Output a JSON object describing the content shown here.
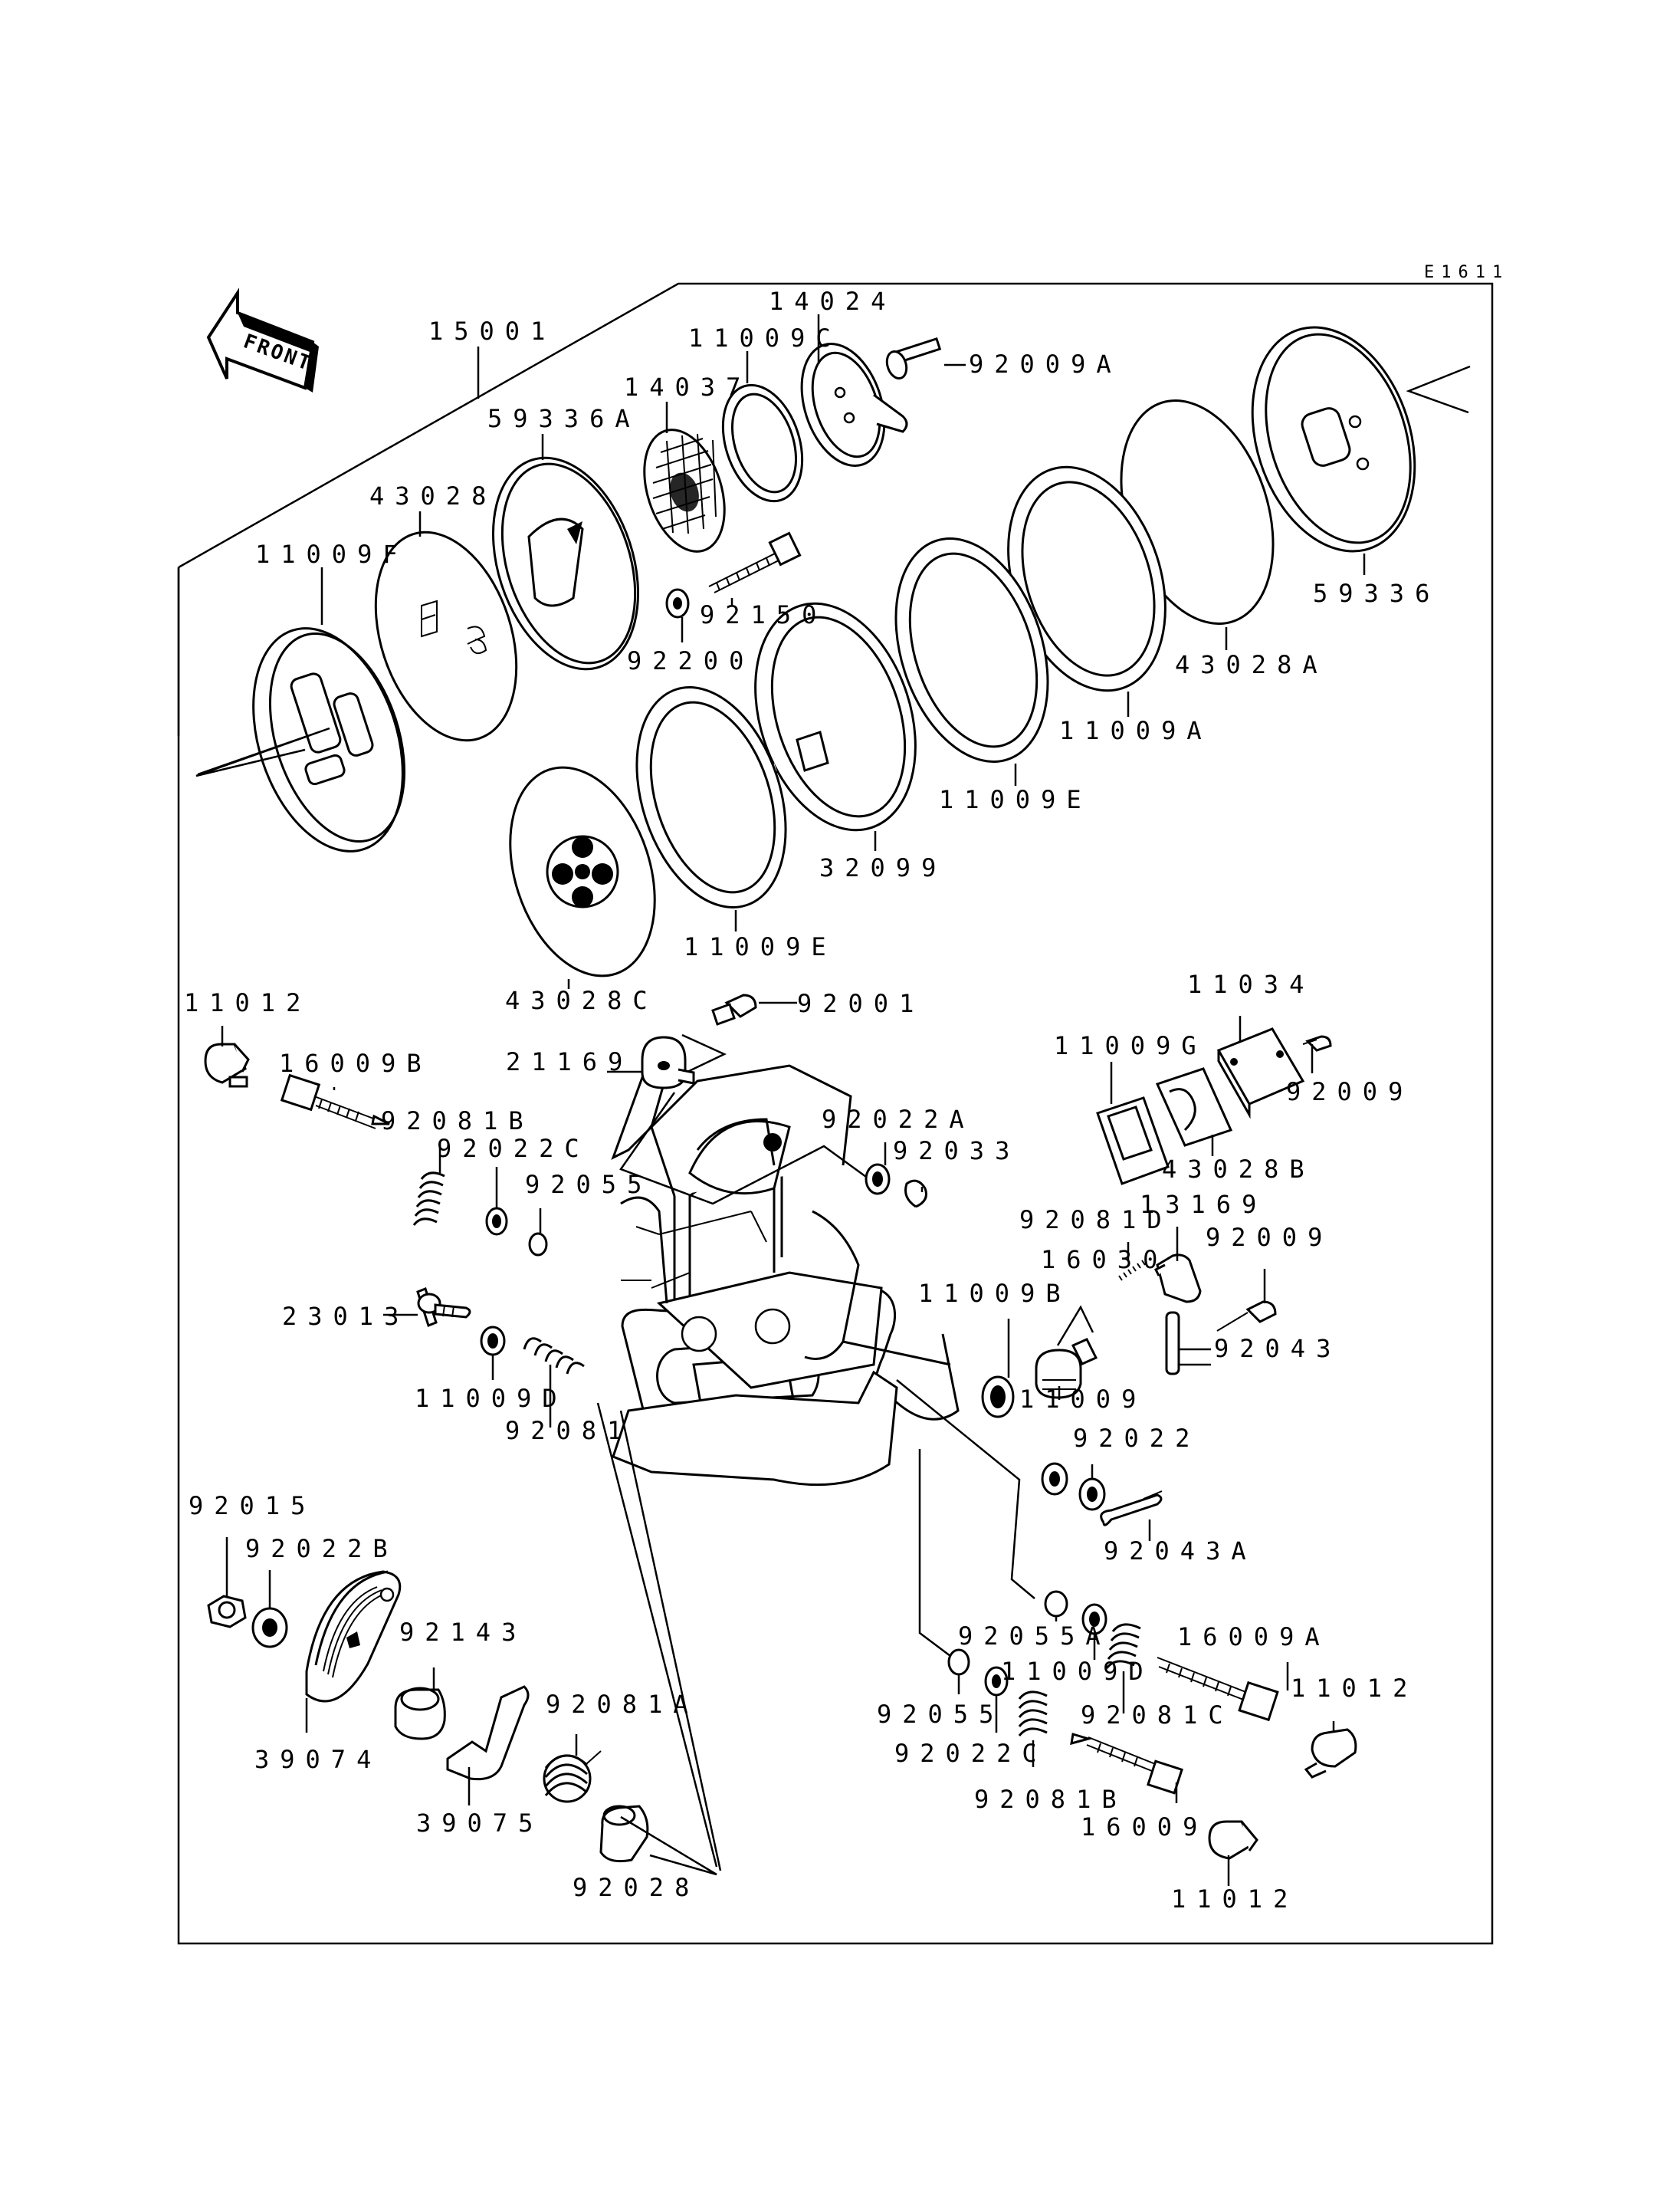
{
  "diagram_code": "E1611",
  "front_label": "FRONT",
  "labels": {
    "p15001": "15001",
    "p14024": "14024",
    "p11009C": "11009C",
    "p92009A": "92009A",
    "p14037": "14037",
    "p59336A": "59336A",
    "p43028": "43028",
    "p11009F": "11009F",
    "p92150": "92150",
    "p92200": "92200",
    "p59336": "59336",
    "p43028A": "43028A",
    "p11009A": "11009A",
    "p11009E_top": "11009E",
    "p32099": "32099",
    "p11009E_bot": "11009E",
    "p43028C": "43028C",
    "p11012_l": "11012",
    "p92001": "92001",
    "p16009B_l": "16009B",
    "p21169": "21169",
    "p11034": "11034",
    "p11009G": "11009G",
    "p92009_r": "92009",
    "p43028B": "43028B",
    "p92081B_l": "92081B",
    "p92022A": "92022A",
    "p92022C_l": "92022C",
    "p92033": "92033",
    "p92055_l": "92055",
    "p13169": "13169",
    "p92081D": "92081D",
    "p92009_m": "92009",
    "p16030": "16030",
    "p11009B": "11009B",
    "p23013": "23013",
    "p92043": "92043",
    "p11009D_l": "11009D",
    "p11009": "11009",
    "p92081": "92081",
    "p92022": "92022",
    "p92015": "92015",
    "p92043A": "92043A",
    "p92022B": "92022B",
    "p92143": "92143",
    "p92055A": "92055A",
    "p16009A": "16009A",
    "p11009D_r": "11009D",
    "p11012_r1": "11012",
    "p92081A": "92081A",
    "p92055_r": "92055",
    "p92081C": "92081C",
    "p39074": "39074",
    "p92022C_r": "92022C",
    "p92081B_r": "92081B",
    "p39075": "39075",
    "p16009": "16009",
    "p92028": "92028",
    "p11012_r2": "11012"
  }
}
